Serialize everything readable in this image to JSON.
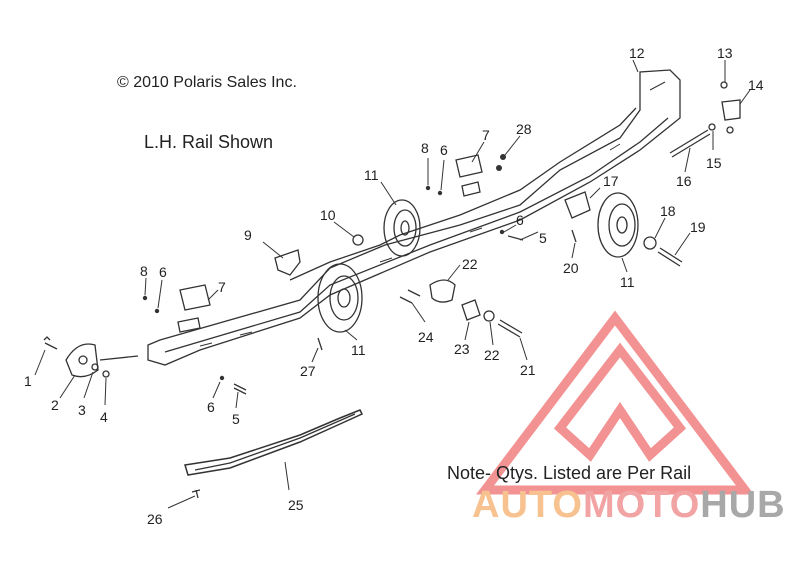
{
  "texts": {
    "copyright": "© 2010 Polaris Sales Inc.",
    "rail_shown": "L.H. Rail Shown",
    "qty_note": "Note- Qtys. Listed are Per Rail"
  },
  "watermark": {
    "part1": "AUTO",
    "part2": "MOTO",
    "part3": "HUB",
    "color_auto": "#f7c28f",
    "color_moto": "#f2a3a3",
    "color_hub": "#a8a8a8",
    "color_logo": "#f08080"
  },
  "callouts": {
    "c1": "1",
    "c2": "2",
    "c3": "3",
    "c4": "4",
    "c5a": "5",
    "c5b": "5",
    "c6a": "6",
    "c6b": "6",
    "c6c": "6",
    "c6d": "6",
    "c7a": "7",
    "c7b": "7",
    "c8a": "8",
    "c8b": "8",
    "c9": "9",
    "c10": "10",
    "c11a": "11",
    "c11b": "11",
    "c11c": "11",
    "c12": "12",
    "c13": "13",
    "c14": "14",
    "c15": "15",
    "c16": "16",
    "c17": "17",
    "c18": "18",
    "c19": "19",
    "c20": "20",
    "c21": "21",
    "c22a": "22",
    "c22b": "22",
    "c23": "23",
    "c24": "24",
    "c25": "25",
    "c26": "26",
    "c27": "27",
    "c28": "28"
  }
}
